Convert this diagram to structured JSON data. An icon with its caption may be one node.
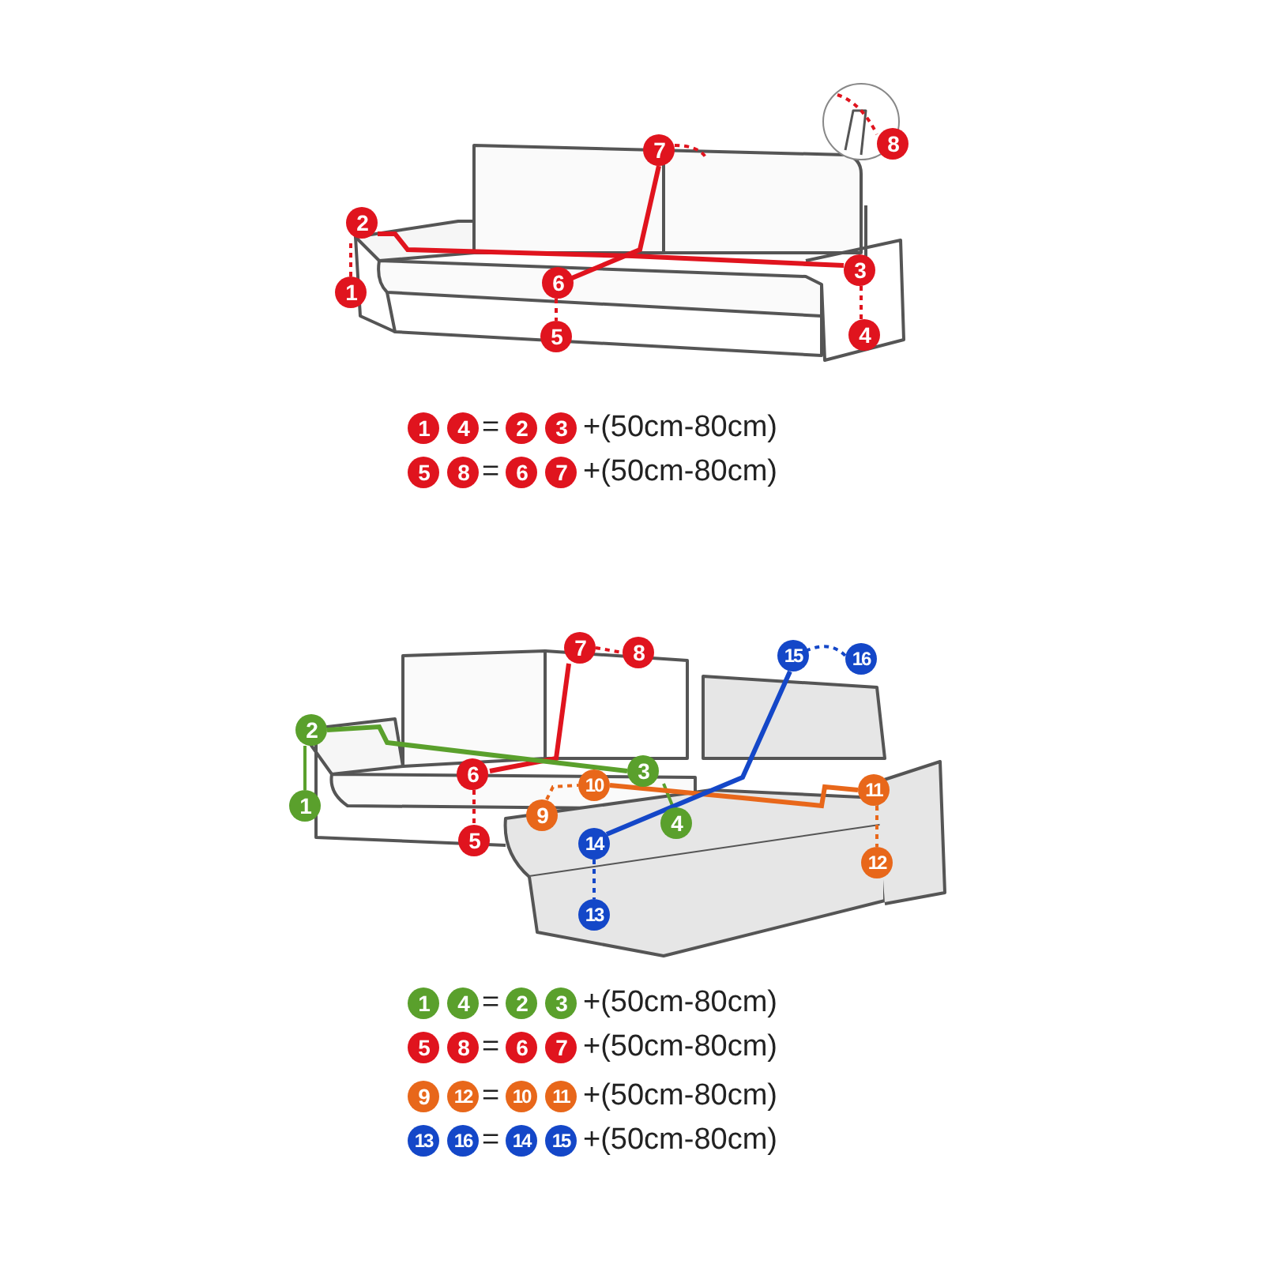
{
  "diagram": {
    "labels": [
      "7",
      "8",
      "2",
      "3",
      "6",
      "1",
      "5",
      "4",
      "1",
      "4",
      "=",
      "2",
      "3",
      "+(50cm-80cm)",
      "5",
      "8",
      "=",
      "6",
      "7",
      "+(50cm-80cm)",
      "7",
      "8",
      "15",
      "16",
      "2",
      "6",
      "10",
      "3",
      "11",
      "9",
      "1",
      "4",
      "5",
      "14",
      "12",
      "13",
      "1",
      "4",
      "=",
      "2",
      "3",
      "+(50cm-80cm)",
      "5",
      "8",
      "=",
      "6",
      "7",
      "+(50cm-80cm)",
      "9",
      "12",
      "=",
      "10",
      "11",
      "+(50cm-80cm)",
      "13",
      "16",
      "=",
      "14",
      "15",
      "+(50cm-80cm)"
    ]
  }
}
